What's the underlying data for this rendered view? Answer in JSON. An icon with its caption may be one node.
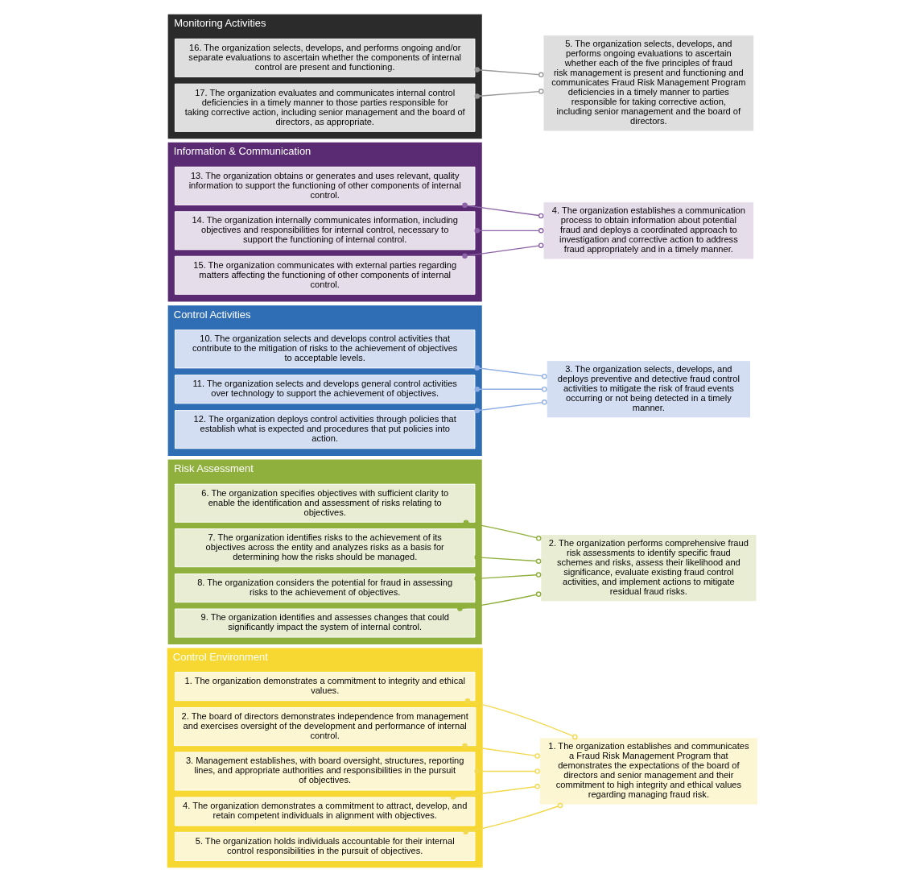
{
  "diagram": {
    "nodes": [
      {
        "text": [
          "Control Environment"
        ]
      },
      {
        "text": [
          "1. The organization demonstrates a commitment to integrity and ethical values."
        ],
        "in": 0
      },
      {
        "text": [
          "2. The board of directors demonstrates independence from management and exercises oversight of the development and performance of internal control."
        ],
        "in": 0
      },
      {
        "text": [
          "3. Management establishes, with board oversight, structures, reporting lines, and appropriate authorities and responsibilities in the pursuit of objectives."
        ],
        "in": 0
      },
      {
        "text": [
          "4. The organization demonstrates a commitment to attract, develop, and retain competent individuals in alignment with objectives."
        ],
        "in": 0
      },
      {
        "text": [
          "5. The organization holds individuals accountable for their internal control responsibilities in the pursuit of objectives."
        ],
        "in": 0
      },
      {
        "text": [
          "Risk Assessment"
        ]
      },
      {
        "text": [
          "6. The organization specifies objectives with sufficient clarity to enable the identification and assessment of risks relating to objectives."
        ],
        "in": 6
      },
      {
        "text": [
          "7. The organization identifies risks to the achievement of its objectives across the entity and analyzes risks as a basis for determining how the risks should be managed."
        ],
        "in": 6
      },
      {
        "text": [
          "8. The organization considers the potential for fraud in assessing risks to the achievement of objectives."
        ],
        "in": 6
      },
      {
        "text": [
          "9. The organization identifies and assesses changes that could significantly impact the system of internal control."
        ],
        "in": 6
      },
      {
        "text": [
          "Control Activities"
        ]
      },
      {
        "text": [
          "10. The organization selects and develops control activities that contribute to the mitigation of risks to the achievement of objectives to acceptable levels."
        ],
        "in": 11
      },
      {
        "text": [
          "11. The organization selects and develops general control activities over technology to support the achievement of objectives."
        ],
        "in": 11
      },
      {
        "text": [
          "12. The organization deploys control activities through policies that establish what is expected and procedures that put policies into action."
        ],
        "in": 11
      },
      {
        "text": [
          "Information & Communication"
        ]
      },
      {
        "text": [
          "13. The organization obtains or generates and uses relevant, quality information to support the functioning of other components of internal control."
        ],
        "in": 15
      },
      {
        "text": [
          "14. The organization internally communicates information, including objectives and responsibilities for internal control, necessary to support the functioning of internal control."
        ],
        "in": 15
      },
      {
        "text": [
          "15. The organization communicates with external parties regarding matters affecting the functioning of other components of internal control."
        ],
        "in": 15
      },
      {
        "text": [
          "Monitoring Activities"
        ]
      },
      {
        "text": [
          "16. The organization selects, develops, and performs ongoing and/or separate evaluations to ascertain whether the components of internal control are present and functioning."
        ],
        "in": 19
      },
      {
        "text": [
          "17. The organization evaluates and communicates internal control deficiencies in a timely manner to those parties responsible for taking corrective action, including senior management and the board of directors, as appropriate."
        ],
        "in": 19
      },
      {
        "text": [
          "1. The organization establishes and communicates a Fraud Risk Management Program that demonstrates the expectations of the board of directors and senior management and their commitment to high integrity and ethical values regarding managing fraud risk."
        ]
      },
      {
        "text": [
          "2. The organization performs comprehensive fraud risk assessments to identify specific fraud schemes and risks, assess their likelihood and significance, evaluate existing fraud control activities, and implement actions to mitigate residual fraud risks."
        ]
      },
      {
        "text": [
          "3. The organization selects, develops, and deploys preventive and detective fraud control activities to mitigate the risk of fraud events occurring or not being detected in a timely manner."
        ]
      },
      {
        "text": [
          "4. The organization establishes a communication process to obtain information about potential fraud and deploys a coordinated approach to investigation and corrective action to address fraud appropriately and in a timely manner."
        ]
      },
      {
        "text": [
          "5. The organization selects, develops, and performs ongoing evaluations to ascertain whether each of the five principles of fraud risk management is present and functioning and communicates Fraud Risk Management Program deficiencies in a timely manner to parties responsible for taking corrective action, including senior management and the board of directors."
        ]
      }
    ],
    "edges": [
      {
        "from": 1,
        "to": 22,
        "arrow": "other",
        "color": "#f2d94e"
      },
      {
        "from": 2,
        "to": 22,
        "arrow": "other",
        "color": "#f2d94e"
      },
      {
        "from": 3,
        "to": 22,
        "arrow": "other",
        "color": "#f2d94e"
      },
      {
        "from": 4,
        "to": 22,
        "arrow": "other",
        "color": "#f2d94e"
      },
      {
        "from": 5,
        "to": 22,
        "arrow": "other",
        "color": "#f2d94e"
      },
      {
        "from": 7,
        "to": 23,
        "arrow": "other",
        "color": "#8fb03c"
      },
      {
        "from": 8,
        "to": 23,
        "arrow": "other",
        "color": "#8fb03c"
      },
      {
        "from": 9,
        "to": 23,
        "arrow": "other",
        "color": "#8fb03c"
      },
      {
        "from": 10,
        "to": 23,
        "arrow": "other",
        "color": "#8fb03c"
      },
      {
        "from": 12,
        "to": 24,
        "arrow": "other",
        "color": "#8eaee6"
      },
      {
        "from": 13,
        "to": 24,
        "arrow": "other",
        "color": "#8eaee6"
      },
      {
        "from": 14,
        "to": 24,
        "arrow": "other",
        "color": "#8eaee6"
      },
      {
        "from": 16,
        "to": 25,
        "arrow": "other",
        "color": "#8c63a6"
      },
      {
        "from": 17,
        "to": 25,
        "arrow": "other",
        "color": "#8c63a6"
      },
      {
        "from": 18,
        "to": 25,
        "arrow": "other",
        "color": "#8c63a6"
      },
      {
        "from": 20,
        "to": 26,
        "arrow": "other",
        "color": "#9a9a9a"
      },
      {
        "from": 21,
        "to": 26,
        "arrow": "other",
        "color": "#9a9a9a"
      }
    ]
  }
}
